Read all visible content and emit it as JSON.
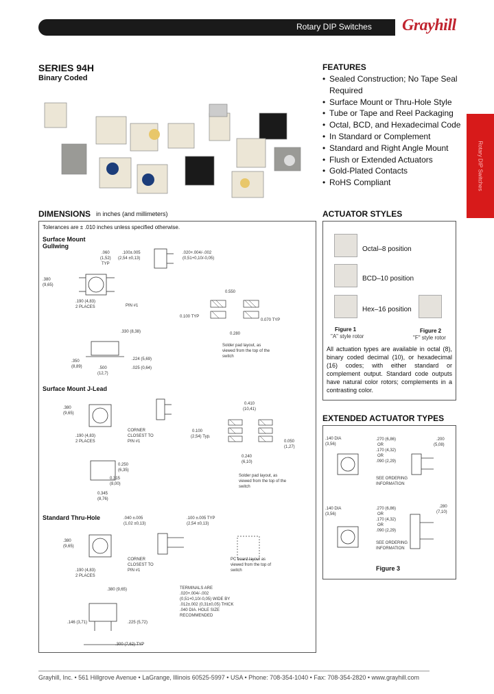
{
  "header": {
    "title": "Rotary DIP Switches",
    "brand": "Grayhill",
    "side_tab": "Rotary DIP Switches"
  },
  "series": {
    "title": "SERIES 94H",
    "subtitle": "Binary Coded"
  },
  "features": {
    "title": "FEATURES",
    "items": [
      "Sealed Construction; No Tape Seal Required",
      "Surface Mount or Thru-Hole Style",
      "Tube or Tape and Reel Packaging",
      "Octal, BCD, and Hexadecimal Code",
      "In Standard or Complement",
      "Standard and Right Angle Mount",
      "Flush or Extended Actuators",
      "Gold-Plated Contacts",
      "RoHS Compliant"
    ]
  },
  "dimensions": {
    "title": "DIMENSIONS",
    "note": "in inches (and millimeters)",
    "tolerance": "Tolerances are ± .010 inches unless specified otherwise.",
    "surface_mount_gullwing": {
      "title": "Surface Mount Gullwing",
      "labels": {
        "d060": ".060",
        "d060mm": "(1,52)",
        "typ": "TYP",
        "d100": ".100±.005",
        "d100mm": "(2,54 ±0,13)",
        "d020": ".020+.004/-.002",
        "d020mm": "(0,51+0,10/-0,05)",
        "d380": ".380",
        "d380mm": "(9,65)",
        "d190": ".190 (4,83)",
        "places": "2 PLACES",
        "pin1": "PIN #1",
        "d330": ".330 (8,38)",
        "d224": ".224 (5,69)",
        "d350": ".350",
        "d350mm": "(8,89)",
        "d025": ".025 (0,64)",
        "d500": ".500",
        "d500mm": "(12,7)",
        "p550": "0.550",
        "p100": "0.100 TYP",
        "p070": "0.070 TYP",
        "p280": "0.280",
        "pad_note": "Solder pad layout, as viewed from the top of the switch"
      }
    },
    "surface_mount_jlead": {
      "title": "Surface Mount J-Lead",
      "labels": {
        "d380": ".380",
        "d380mm": "(9,65)",
        "corner": "CORNER CLOSEST TO PIN #1",
        "d190": ".190 (4,83)",
        "places": "2 PLACES",
        "d250": "0.250",
        "d250mm": "(6,35)",
        "d315": "0.315",
        "d315mm": "(8,00)",
        "d345": "0.345",
        "d345mm": "(8,76)",
        "p410": "0.410",
        "p410mm": "(10,41)",
        "p100": "0.100",
        "p100mm": "(2,54) Typ.",
        "p050": "0.050",
        "p050mm": "(1,27)",
        "p240": "0.240",
        "p240mm": "(6,10)",
        "pad_note": "Solder pad layout, as viewed from the top of the switch"
      }
    },
    "standard_thru_hole": {
      "title": "Standard Thru-Hole",
      "labels": {
        "d040": ".040 ±.005",
        "d040mm": "(1,02 ±0,13)",
        "d100": ".100 ±.005 TYP",
        "d100mm": "(2,54 ±0,13)",
        "d380": ".380",
        "d380mm": "(9,65)",
        "corner": "CORNER CLOSEST TO PIN #1",
        "d190": ".190 (4,83)",
        "places": "2 PLACES",
        "pc_note": "PC board layout as viewed from the top of switch",
        "terminals": "TERMINALS ARE .020+.004/-.002 (0,51+0,10/-0,05) WIDE BY .012±.002 (0,31±0,05) THICK .040 DIA. HOLE SIZE RECOMMENDED",
        "d380b": ".380 (9,65)",
        "d146": ".146 (3,71)",
        "d225": ".225 (5,72)",
        "d300": ".300 (7,62) TYP"
      }
    }
  },
  "actuator_styles": {
    "title": "ACTUATOR STYLES",
    "items": [
      "Octal–8 position",
      "BCD–10 position",
      "Hex–16 position"
    ],
    "figure1": "Figure 1",
    "figure1_caption": "\"A\" style rotor",
    "figure2": "Figure 2",
    "figure2_caption": "\"F\" style rotor",
    "description": "All actuation types are available in octal (8), binary coded decimal (10), or hexadecimal (16) codes; with either standard or complement output. Standard code outputs have natural color rotors; complements in a contrasting color."
  },
  "extended_actuator": {
    "title": "EXTENDED ACTUATOR TYPES",
    "labels": {
      "dia140": ".140 DIA",
      "dia140mm": "(3,56)",
      "d270": ".270 (6,86)",
      "or1": "OR",
      "d170": ".170 (4,32)",
      "or2": "OR",
      "d090": ".090 (2,29)",
      "d200": ".200",
      "d200mm": "(5,08)",
      "see": "SEE ORDERING INFORMATION",
      "dia140b": ".140 DIA",
      "dia140bmm": "(3,56)",
      "d270b": ".270 (6,86)",
      "or3": "OR",
      "d170b": ".170 (4,32)",
      "or4": "OR",
      "d090b": ".090 (2,29)",
      "d280": ".280",
      "d280mm": "(7,10)",
      "see2": "SEE ORDERING INFORMATION",
      "figure3": "Figure 3"
    }
  },
  "footer": "Grayhill, Inc. • 561 Hillgrove Avenue • LaGrange, Illinois 60525-5997 • USA • Phone: 708-354-1040 • Fax: 708-354-2820 • www.grayhill.com",
  "colors": {
    "brand_red": "#c0242f",
    "tab_red": "#d71a1a",
    "banner": "#1a1a1a"
  }
}
